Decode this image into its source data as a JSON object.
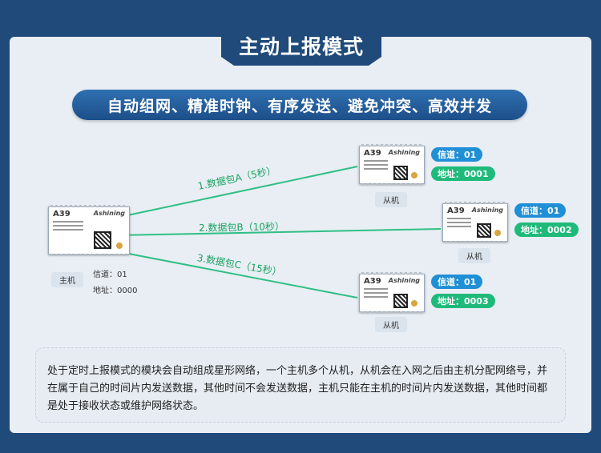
{
  "title": "主动上报模式",
  "subtitle": "自动组网、精准时钟、有序发送、避免冲突、高效并发",
  "master": {
    "chip_id": "A39",
    "brand": "Ashining",
    "role": "主机",
    "channel": "信道：01",
    "address": "地址：0000"
  },
  "packets": [
    "1.数据包A（5秒）",
    "2.数据包B（10秒）",
    "3.数据包C（15秒）"
  ],
  "slaves": [
    {
      "chip_id": "A39",
      "brand": "Ashining",
      "role": "从机",
      "channel": "信道：01",
      "address": "地址：0001"
    },
    {
      "chip_id": "A39",
      "brand": "Ashining",
      "role": "从机",
      "channel": "信道：01",
      "address": "地址：0002"
    },
    {
      "chip_id": "A39",
      "brand": "Ashining",
      "role": "从机",
      "channel": "信道：01",
      "address": "地址：0003"
    }
  ],
  "description": "处于定时上报模式的模块会自动组成星形网络，一个主机多个从机，从机会在入网之后由主机分配网络号，并在属于自己的时间片内发送数据，其他时间不会发送数据，主机只能在主机的时间片内发送数据，其他时间都是处于接收状态或维护网络状态。",
  "colors": {
    "background": "#1f4a7a",
    "panel": "#e8eef4",
    "link_line": "#2fbf86",
    "channel_pill": "#1f8fd6",
    "address_pill": "#1fba7a"
  }
}
